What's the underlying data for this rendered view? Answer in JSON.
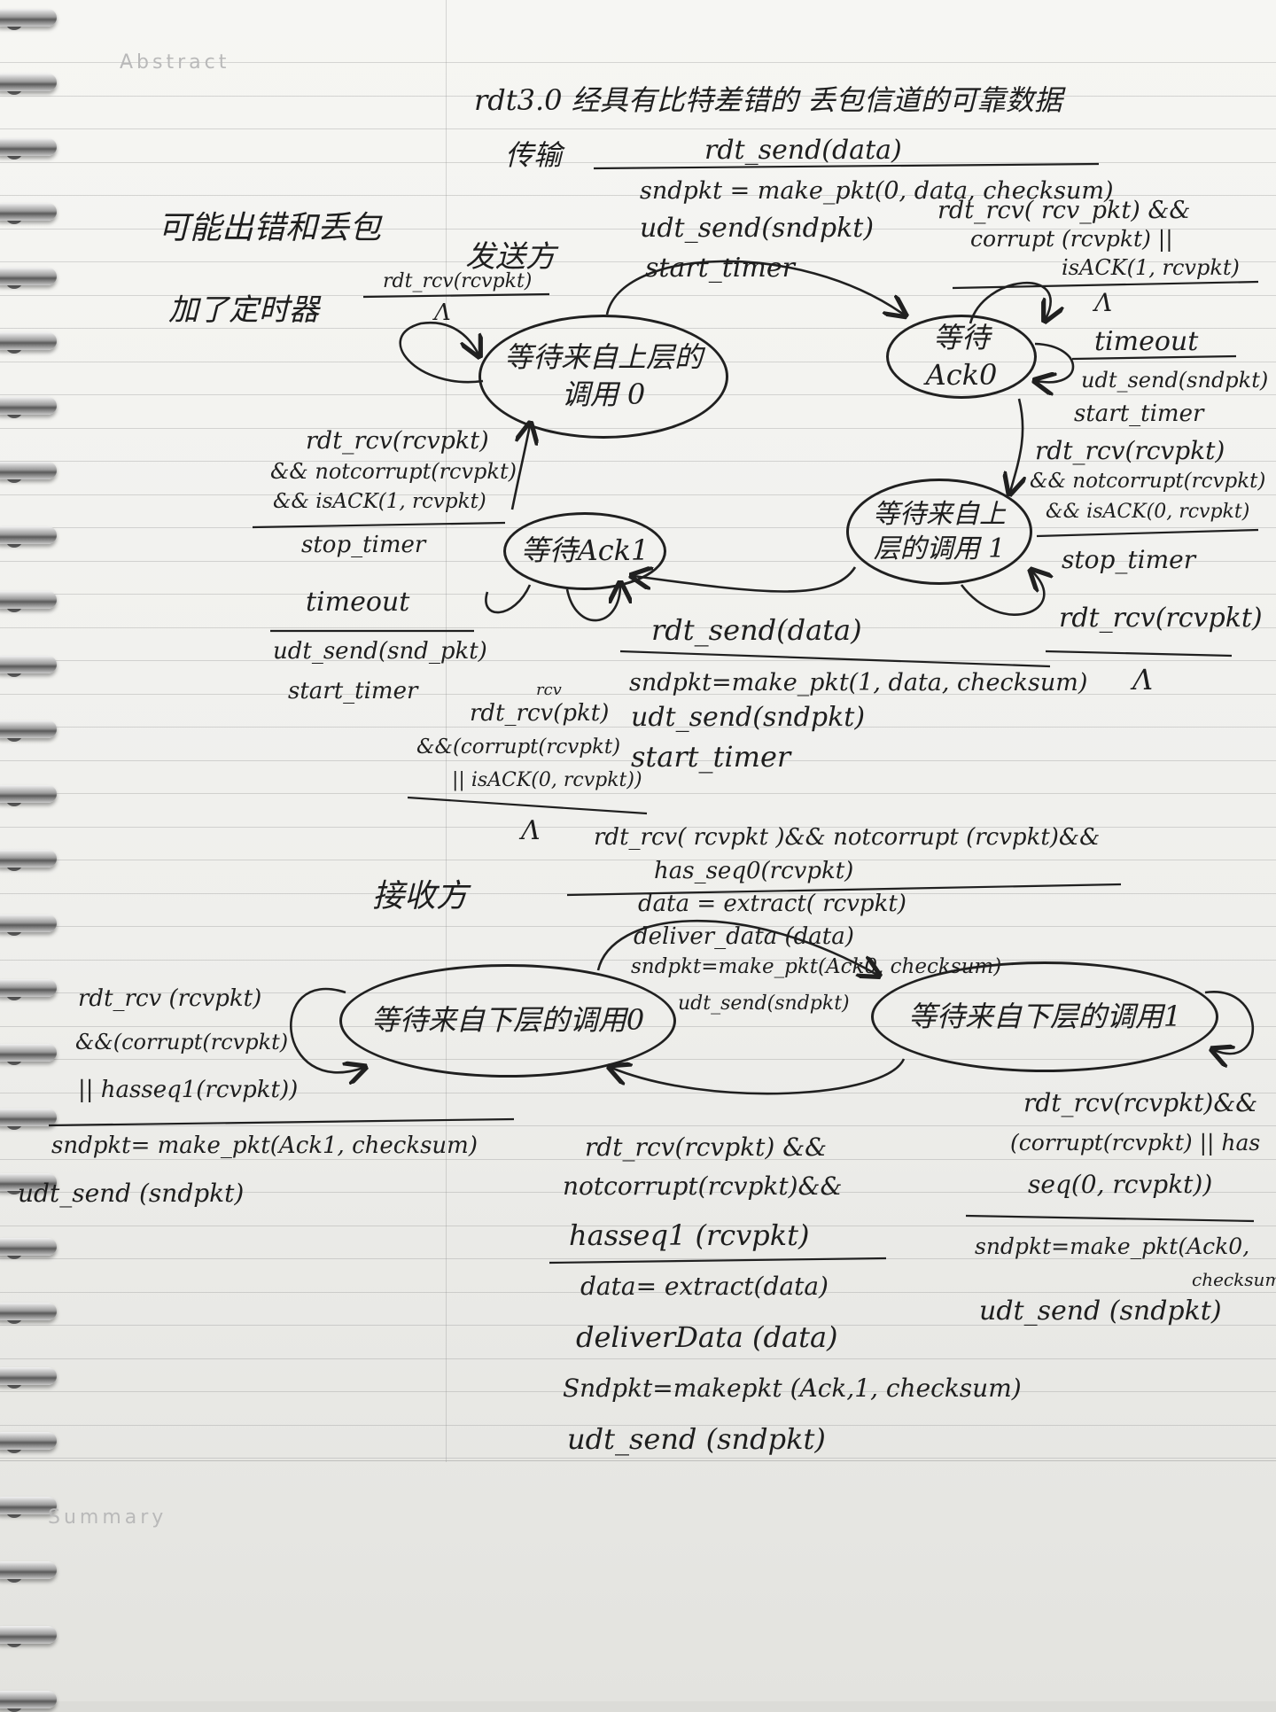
{
  "printed_labels": {
    "abstract": "Abstract",
    "summary": "Summary"
  },
  "title": {
    "line1": "rdt3.0 经具有比特差错的 丢包信道的可靠数据",
    "line2": "传输"
  },
  "notes": {
    "errors_loss": "可能出错和丢包",
    "add_timer": "加了定时器",
    "sender": "发送方",
    "receiver": "接收方"
  },
  "sender_states": {
    "wait_call_0": "等待来自上层的调用 0",
    "wait_ack_0": "等待Ack0",
    "wait_call_1": "等待来自上层的调用 1",
    "wait_ack_1": "等待Ack1"
  },
  "receiver_states": {
    "wait_below_0": "等待来自下层的调用0",
    "wait_below_1": "等待来自下层的调用1"
  },
  "sender_transitions": {
    "start_selfloop": {
      "event": "rdt_rcv(rcvpkt)",
      "action": "Λ"
    },
    "call0_to_ack0": {
      "event": "rdt_send(data)",
      "actions": [
        "sndpkt = make_pkt(0, data, checksum)",
        "udt_send(sndpkt)",
        "start_timer"
      ]
    },
    "ack0_selfloop_bad": {
      "event": [
        "rdt_rcv( rcv_pkt) &&",
        "corrupt (rcvpkt) ||",
        "isACK(1, rcvpkt)"
      ],
      "action": "Λ"
    },
    "ack0_timeout": {
      "event": "timeout",
      "actions": [
        "udt_send(sndpkt)",
        "start_timer"
      ]
    },
    "ack0_to_call1": {
      "event": [
        "rdt_rcv(rcvpkt)",
        "&& notcorrupt(rcvpkt)",
        "&& isACK(0, rcvpkt)"
      ],
      "action": "stop_timer"
    },
    "call1_selfloop": {
      "event": "rdt_rcv(rcvpkt)",
      "action": "Λ"
    },
    "call1_to_ack1": {
      "event": "rdt_send(data)",
      "actions": [
        "sndpkt=make_pkt(1, data, checksum)",
        "udt_send(sndpkt)",
        "start_timer"
      ]
    },
    "ack1_selfloop_bad": {
      "event": [
        "rdt_rcv(pkt)",
        "&&(corrupt(rcvpkt)",
        "|| isACK(0, rcvpkt))"
      ],
      "action": "Λ",
      "note": "rcv"
    },
    "ack1_timeout": {
      "event": "timeout",
      "actions": [
        "udt_send(snd_pkt)",
        "start_timer"
      ]
    },
    "ack1_to_call0": {
      "event": [
        "rdt_rcv(rcvpkt)",
        "&& notcorrupt(rcvpkt)",
        "&& isACK(1, rcvpkt)"
      ],
      "action": "stop_timer"
    }
  },
  "receiver_transitions": {
    "zero_to_one": {
      "event": [
        "rdt_rcv( rcvpkt )&& notcorrupt (rcvpkt)&&",
        "has_seq0(rcvpkt)"
      ],
      "actions": [
        "data = extract( rcvpkt)",
        "deliver_data (data)",
        "sndpkt=make_pkt(Ack0, checksum)",
        "udt_send(sndpkt)"
      ]
    },
    "zero_selfloop": {
      "event": [
        "rdt_rcv (rcvpkt)",
        "&&(corrupt(rcvpkt)",
        "|| hasseq1(rcvpkt))"
      ],
      "actions": [
        "sndpkt= make_pkt(Ack1, checksum)",
        "udt_send (sndpkt)"
      ]
    },
    "one_to_zero": {
      "event": [
        "rdt_rcv(rcvpkt) &&",
        "notcorrupt(rcvpkt)&&",
        "hasseq1 (rcvpkt)"
      ],
      "actions": [
        "data= extract(data)",
        "deliverData (data)",
        "Sndpkt=makepkt (Ack,1, checksum)",
        "udt_send (sndpkt)"
      ]
    },
    "one_selfloop": {
      "event": [
        "rdt_rcv(rcvpkt)&&",
        "(corrupt(rcvpkt) || has",
        "seq(0, rcvpkt))"
      ],
      "actions": [
        "sndpkt=make_pkt(Ack0,",
        "checksum",
        "udt_send (sndpkt)"
      ]
    }
  }
}
